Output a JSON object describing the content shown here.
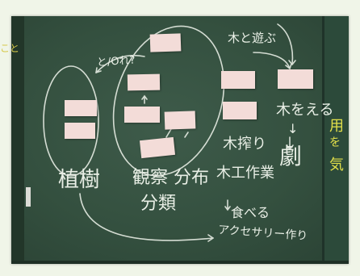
{
  "scene": {
    "labels": {
      "to_wood": "と/Oれ?",
      "play_with_wood": "木と遊ぶ",
      "tree_planting": "植樹",
      "observation_distribution": "観察 分布",
      "classification": "分類",
      "make_with_wood": "木をえる",
      "theater": "劇",
      "wood_squeeze": "木搾り",
      "wood_work": "木工作業",
      "arrow": "↓",
      "eat": "食べる",
      "accessory_making": "アクセサリー作り",
      "right_partial_1": "用",
      "right_partial_2": "を",
      "right_partial_3": "気",
      "left_partial": "こと"
    },
    "colors": {
      "board": "#34503f",
      "chalk": "#e9efe6",
      "yellow_chalk": "#e3e04a",
      "card": "#f3dcd8"
    }
  }
}
